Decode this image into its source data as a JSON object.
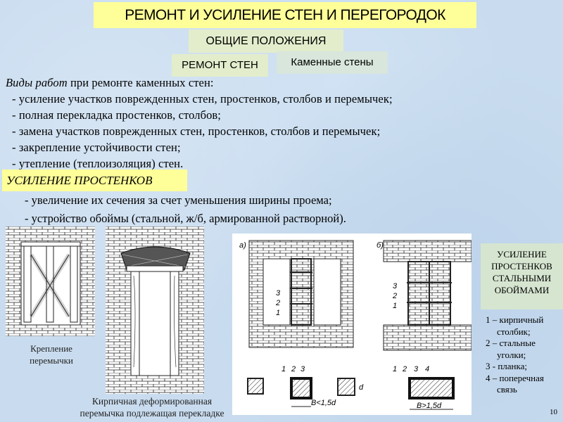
{
  "header": {
    "title": "РЕМОНТ И УСИЛЕНИЕ СТЕН И ПЕРЕГОРОДОК",
    "subtitle": "ОБЩИЕ ПОЛОЖЕНИЯ",
    "section": "РЕМОНТ СТЕН",
    "topic": "Каменные стены"
  },
  "works": {
    "intro_italic": "Виды работ",
    "intro_rest": " при ремонте каменных стен:",
    "items": [
      "- усиление участков поврежденных стен, простенков, столбов и перемычек;",
      "- полная перекладка простенков, столбов;",
      "- замена участков поврежденных стен, простенков, столбов и перемычек;",
      "- закрепление устойчивости стен;",
      "- утепление (теплоизоляция) стен."
    ]
  },
  "piers": {
    "heading": "УСИЛЕНИЕ ПРОСТЕНКОВ",
    "items": [
      "- увеличение их сечения за счет уменьшения ширины проема;",
      "- устройство обоймы (стальной, ж/б, армированной растворной)."
    ]
  },
  "figures": {
    "caption1": [
      "Крепление",
      "перемычки"
    ],
    "caption2": [
      "Кирпичная деформированная",
      "перемычка подлежащая перекладке"
    ],
    "labels": {
      "a": "а)",
      "b": "б)",
      "n1": "1",
      "n2": "2",
      "n3": "3",
      "n4": "4",
      "dimA": "B<1,5d",
      "dimB": "B>1,5d",
      "d": "d"
    }
  },
  "side": {
    "box": [
      "УСИЛЕНИЕ",
      "ПРОСТЕНКОВ",
      "СТАЛЬНЫМИ",
      "ОБОЙМАМИ"
    ],
    "legend": [
      {
        "n": "1 – кирпичный",
        "c": "столбик;"
      },
      {
        "n": "2 – стальные",
        "c": "уголки;"
      },
      {
        "n": "3 - планка;",
        "c": ""
      },
      {
        "n": "4 – поперечная",
        "c": "связь"
      }
    ]
  },
  "page_number": "10"
}
